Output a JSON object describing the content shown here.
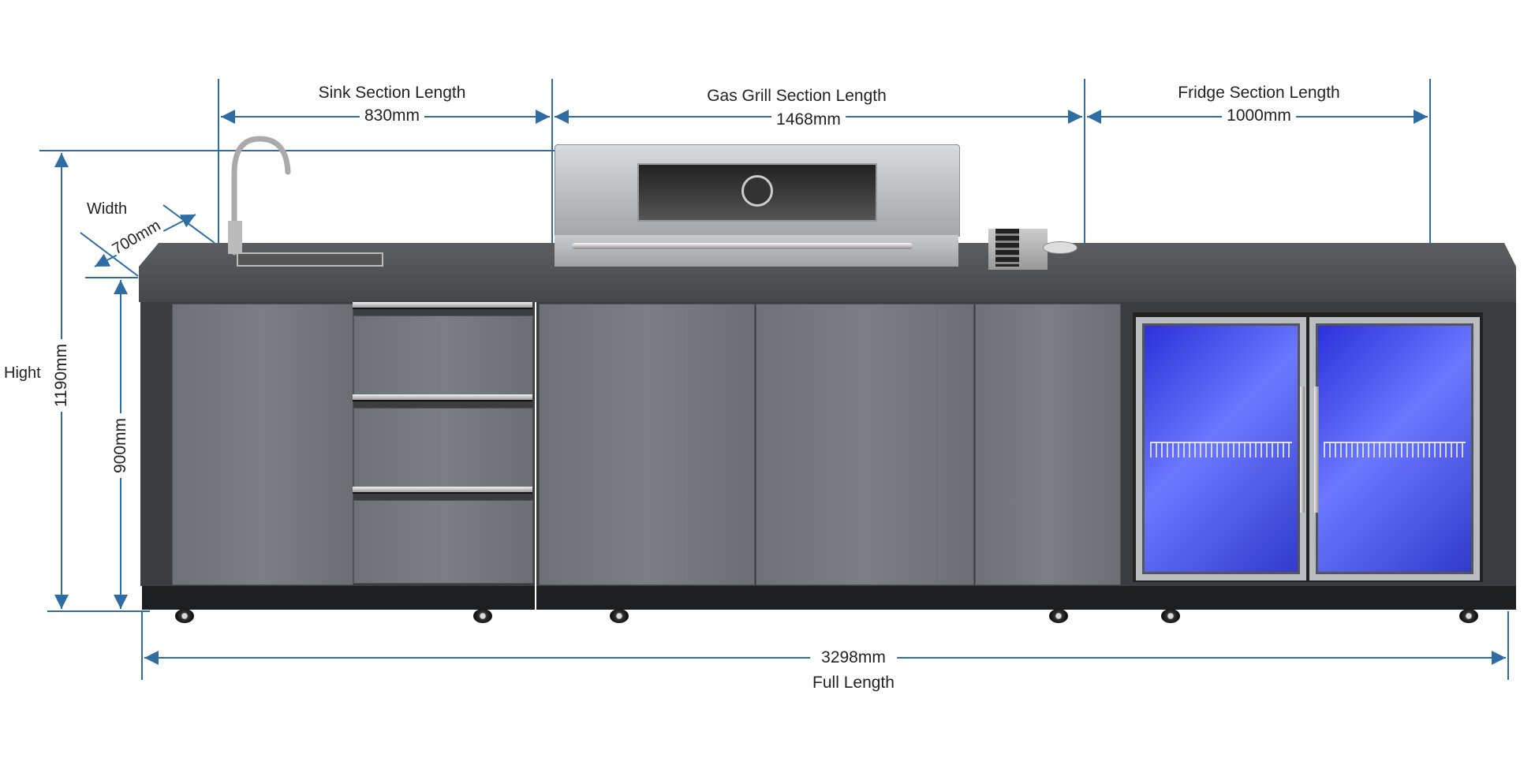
{
  "diagram": {
    "subject": "Outdoor kitchen island with sink, gas grill and fridge",
    "dimensions": {
      "sink_section": {
        "label": "Sink Section Length",
        "value": "830mm"
      },
      "grill_section": {
        "label": "Gas Grill Section Length",
        "value": "1468mm"
      },
      "fridge_section": {
        "label": "Fridge Section Length",
        "value": "1000mm"
      },
      "width": {
        "label": "Width",
        "value": "700mm"
      },
      "height": {
        "label": "Hight",
        "value": "1190mm"
      },
      "counter_height": {
        "value": "900mm"
      },
      "full_length": {
        "label": "Full Length",
        "value": "3298mm"
      }
    },
    "colors": {
      "dimension_line": "#2e6da4",
      "cabinet": "#3a3c40",
      "door": "#75787c",
      "fridge_glow": "#4a55f0"
    }
  }
}
